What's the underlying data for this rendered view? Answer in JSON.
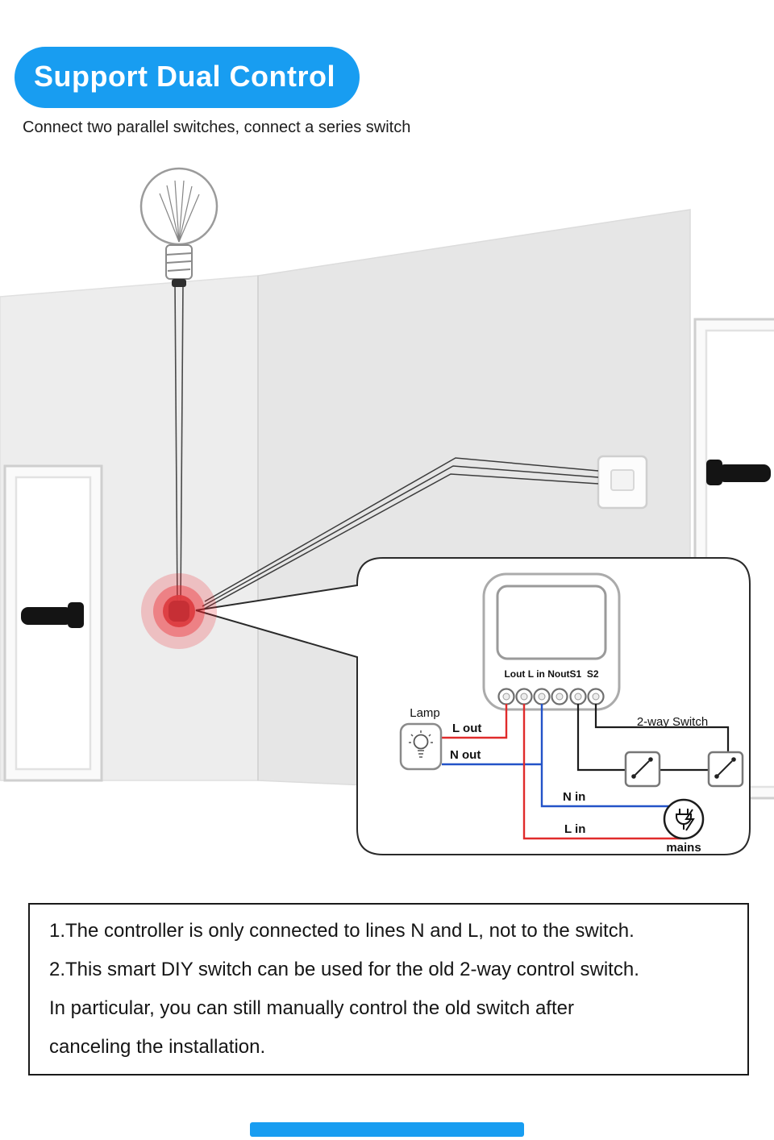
{
  "header": {
    "title": "Support Dual Control",
    "subtitle": "Connect two parallel switches, connect a series switch"
  },
  "colors": {
    "accent_blue": "#189df1",
    "wire_red": "#e02b2b",
    "wire_blue": "#2353c8",
    "glow_red": "#ed1c24",
    "wall_gray": "#ebebeb"
  },
  "diagram": {
    "lamp_label": "Lamp",
    "terminals_label": "Lout L in NoutS1  S2",
    "l_out": "L out",
    "n_out": "N out",
    "n_in": "N in",
    "l_in": "L in",
    "two_way_switch": "2-way Switch",
    "mains": "mains"
  },
  "notes": {
    "line1": "1.The controller is only connected to lines N and L, not to the switch.",
    "line2": "2.This smart DIY switch can be used for the old 2-way control switch.",
    "line3": "In particular, you can still manually control the old switch after",
    "line4": "canceling the installation."
  }
}
